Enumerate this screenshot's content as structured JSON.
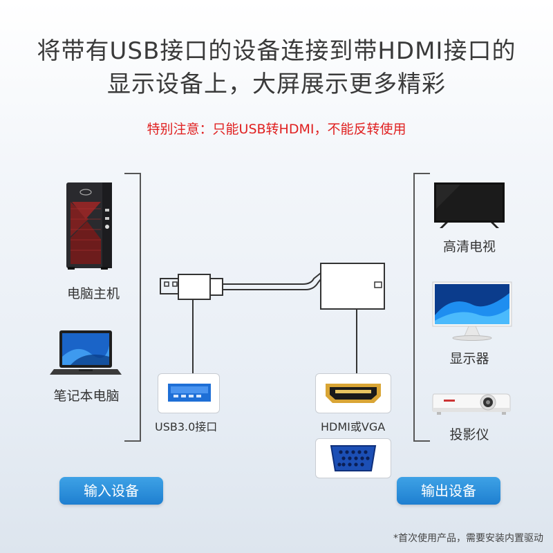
{
  "headline": {
    "line1": "将带有USB接口的设备连接到带HDMI接口的",
    "line2": "显示设备上，大屏展示更多精彩"
  },
  "warning": "特别注意：只能USB转HDMI，不能反转使用",
  "input_devices": {
    "pc_label": "电脑主机",
    "laptop_label": "笔记本电脑",
    "badge": "输入设备"
  },
  "output_devices": {
    "tv_label": "高清电视",
    "monitor_label": "显示器",
    "projector_label": "投影仪",
    "badge": "输出设备"
  },
  "ports": {
    "usb_label": "USB3.0接口",
    "hdmi_label": "HDMI或VGA"
  },
  "footnote": "*首次使用产品，需要安装内置驱动",
  "colors": {
    "accent_blue": "#1e7fd0",
    "warning_red": "#e02020"
  }
}
